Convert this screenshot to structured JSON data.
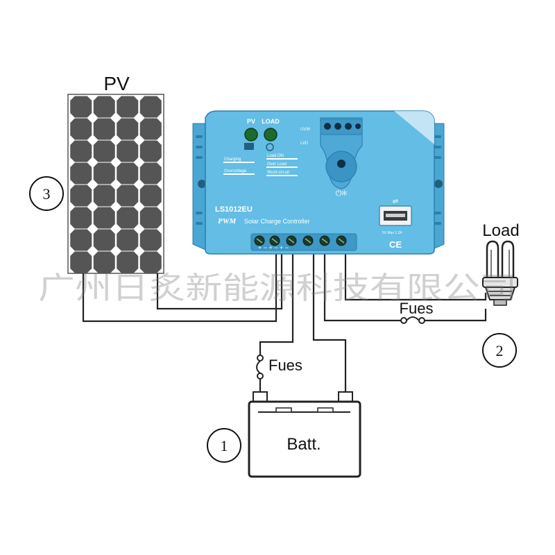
{
  "labels": {
    "pv": "PV",
    "load": "Load",
    "fuse_load": "Fues",
    "fuse_batt": "Fues",
    "battery": "Batt.",
    "marker_1": "1",
    "marker_2": "2",
    "marker_3": "3"
  },
  "controller": {
    "model": "LS1012EU",
    "pwm": "PWM",
    "subtitle": "Solar Charge Controller",
    "led_pv": "PV",
    "led_load": "LOAD",
    "charging": "Charging",
    "overvoltage": "Overvoltage",
    "load_on": "Load ON",
    "over_load": "Over Load",
    "short_circuit": "Short-circuit",
    "uvw": "UVW",
    "lvd": "LVD",
    "usb_rating": "5V   Max 1.2A",
    "ce_mark": "CE"
  },
  "watermark": "广州日炙新能源科技有限公司",
  "colors": {
    "controller_body": "#5fb8e0",
    "controller_dark": "#2e8fc0",
    "panel_cell": "#555555",
    "wire": "#222222"
  }
}
